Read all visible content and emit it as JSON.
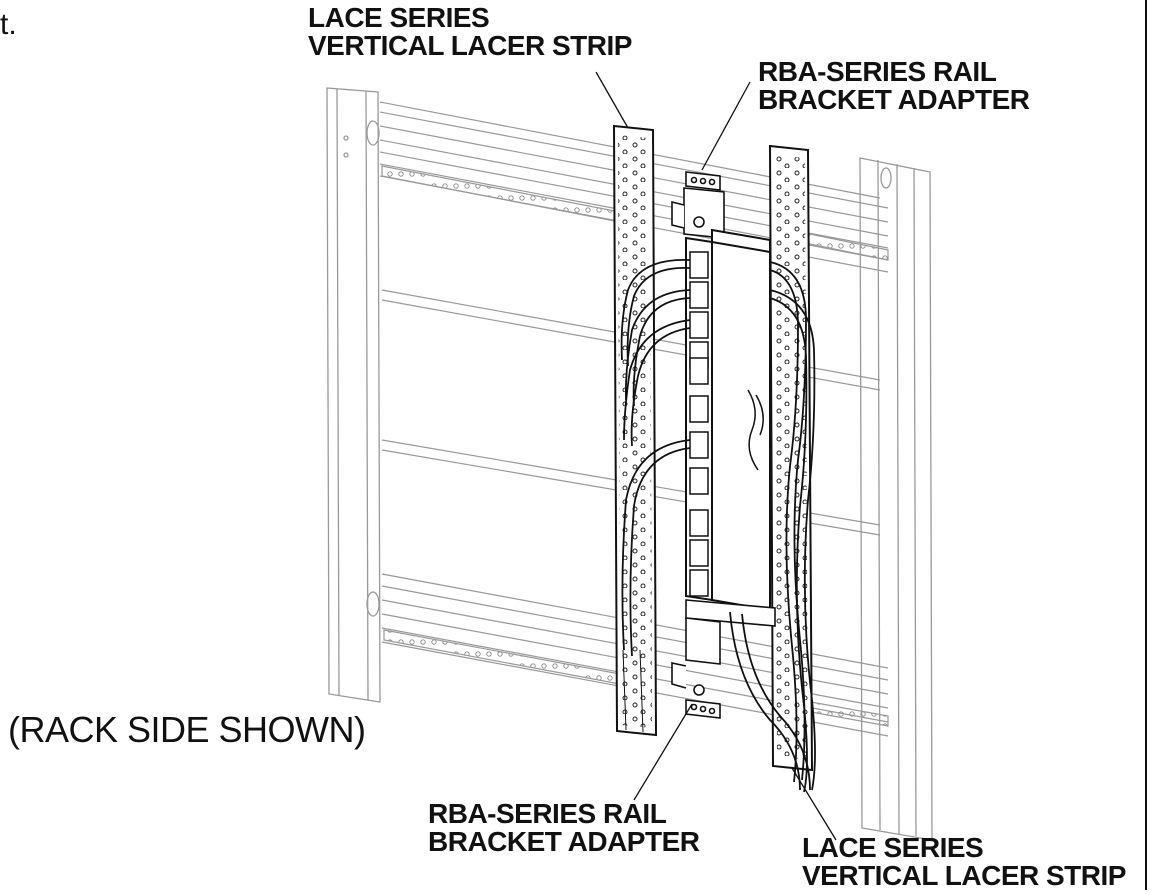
{
  "fragment": "t.",
  "labels": {
    "top_left": {
      "line1": "LACE SERIES",
      "line2": "VERTICAL LACER STRIP"
    },
    "top_right": {
      "line1": "RBA-SERIES RAIL",
      "line2": "BRACKET ADAPTER"
    },
    "bottom_left": {
      "line1": "RBA-SERIES RAIL",
      "line2": "BRACKET ADAPTER"
    },
    "bottom_right": {
      "line1": "LACE SERIES",
      "line2": "VERTICAL LACER STRIP"
    }
  },
  "caption": "(RACK SIDE SHOWN)",
  "colors": {
    "ink": "#111111",
    "ghost": "#9a9a9a",
    "paper": "#ffffff"
  }
}
